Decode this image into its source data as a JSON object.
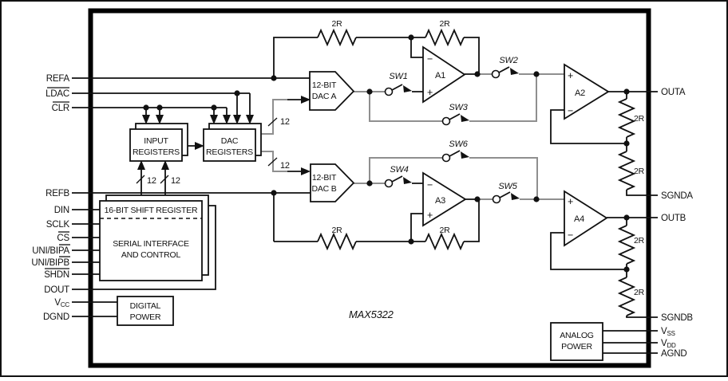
{
  "part_label": "MAX5322",
  "pins": {
    "left": [
      {
        "label": "REFA"
      },
      {
        "label": "LDAC",
        "overline": true
      },
      {
        "label": "CLR",
        "overline": true
      },
      {
        "label": "REFB"
      },
      {
        "label": "DIN"
      },
      {
        "label": "SCLK"
      },
      {
        "label": "CS",
        "overline": true
      },
      {
        "pre": "UNI/BI",
        "over": "PA"
      },
      {
        "pre": "UNI/BI",
        "over": "PB"
      },
      {
        "label": "SHDN",
        "overline": true
      },
      {
        "label": "DOUT"
      },
      {
        "base": "V",
        "sub": "CC"
      },
      {
        "label": "DGND"
      }
    ],
    "right": [
      {
        "label": "OUTA"
      },
      {
        "label": "SGNDA"
      },
      {
        "label": "OUTB"
      },
      {
        "label": "SGNDB"
      },
      {
        "base": "V",
        "sub": "SS"
      },
      {
        "base": "V",
        "sub": "DD"
      },
      {
        "label": "AGND"
      }
    ]
  },
  "blocks": {
    "input_registers": {
      "line1": "INPUT",
      "line2": "REGISTERS"
    },
    "dac_registers": {
      "line1": "DAC",
      "line2": "REGISTERS"
    },
    "shift_register": {
      "line1": "16-BIT SHIFT REGISTER"
    },
    "serial_interface": {
      "line1": "SERIAL INTERFACE",
      "line2": "AND CONTROL"
    },
    "digital_power": {
      "line1": "DIGITAL",
      "line2": "POWER"
    },
    "analog_power": {
      "line1": "ANALOG",
      "line2": "POWER"
    },
    "dac_a": {
      "line1": "12-BIT",
      "line2": "DAC A"
    },
    "dac_b": {
      "line1": "12-BIT",
      "line2": "DAC B"
    }
  },
  "opamps": [
    {
      "label": "A1"
    },
    {
      "label": "A2"
    },
    {
      "label": "A3"
    },
    {
      "label": "A4"
    }
  ],
  "signs": {
    "plus": "+",
    "minus": "−"
  },
  "switches": [
    "SW1",
    "SW2",
    "SW3",
    "SW4",
    "SW5",
    "SW6"
  ],
  "resistor_labels": [
    "2R",
    "2R",
    "2R",
    "2R",
    "2R",
    "2R",
    "2R",
    "2R"
  ],
  "bus_labels": [
    "12",
    "12",
    "12",
    "12"
  ],
  "colors": {
    "line": "#111111",
    "gray_line": "#8f8f8f",
    "background": "#ffffff"
  }
}
